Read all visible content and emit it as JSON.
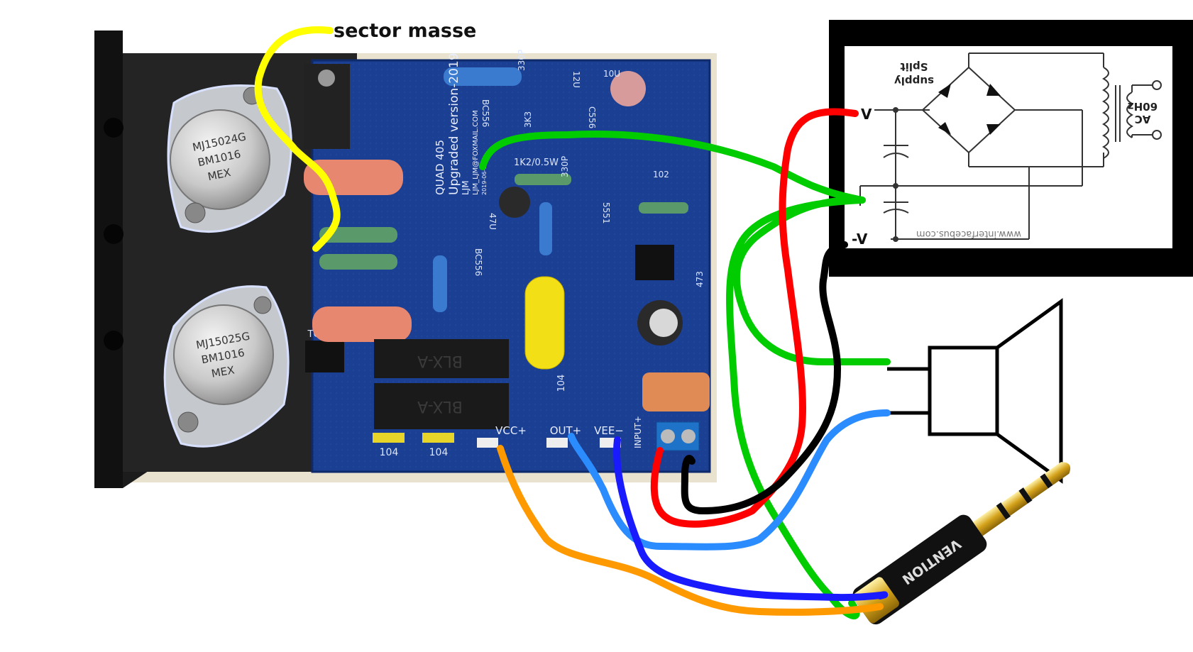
{
  "annotation": {
    "label": "sector masse"
  },
  "pcb": {
    "title": "QUAD 405",
    "subtitle": "Upgraded version-2019",
    "maker": "LJM",
    "email": "LJM_LJM@FOXMAIL.COM",
    "date": "2019-06-06",
    "labels": {
      "vcc": "VCC+",
      "out": "OUT+",
      "vee": "VEE−",
      "input": "INPUT+",
      "to220": "TO220",
      "cap104_a": "104",
      "cap104_b": "104",
      "cap104_c": "104",
      "cap330p_a": "330P",
      "cap330p_b": "330P",
      "res_1k2": "1K2/0.5W",
      "res_3k3": "3K3",
      "cap_47u": "47U",
      "bc556_a": "BC556",
      "bc556_b": "BC556",
      "c5551": "5551",
      "c556": "C556",
      "cap_10u": "10U",
      "cap_12u": "12U",
      "cap_473": "473",
      "cap_102": "102",
      "relay_a": "BLX-A",
      "relay_b": "BLX-A"
    }
  },
  "transistors": [
    {
      "line1": "MJ15024G",
      "line2": "BM1016",
      "line3": "MEX"
    },
    {
      "line1": "MJ15025G",
      "line2": "BM1016",
      "line3": "MEX"
    }
  ],
  "schematic": {
    "title_line1": "Split",
    "title_line2": "supply",
    "pos_label": "V",
    "neg_label": "-V",
    "ac_line1": "AC",
    "ac_line2": "60Hz",
    "watermark": "www.interfacebus.com"
  },
  "jack": {
    "brand": "VENTION"
  },
  "colors": {
    "pcb": "#1b3f92",
    "wire_yellow": "#ffff00",
    "wire_green": "#00cc00",
    "wire_red": "#ff0000",
    "wire_black": "#000000",
    "wire_lightblue": "#2b8cff",
    "wire_blue": "#1a1aff",
    "wire_orange": "#ff9900"
  }
}
